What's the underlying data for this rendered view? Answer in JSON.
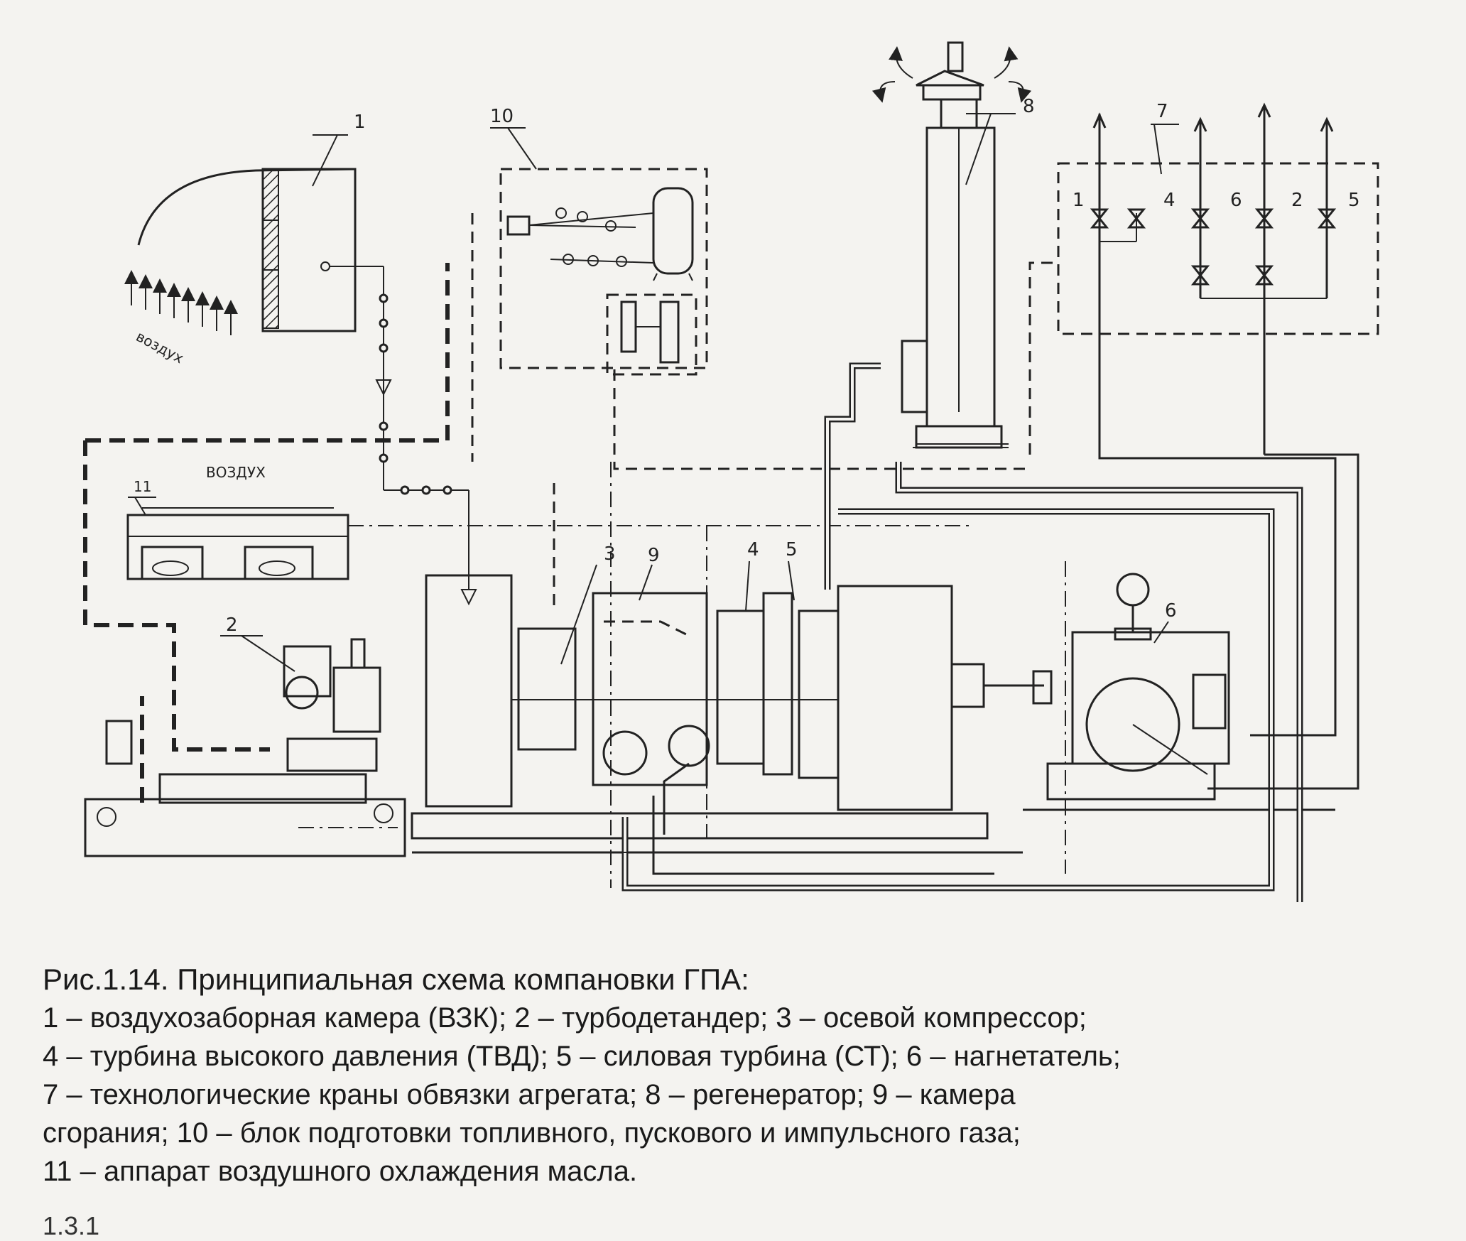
{
  "diagram": {
    "labels": {
      "n1": "1",
      "n2": "2",
      "n3": "3",
      "n4": "4",
      "n5": "5",
      "n6": "6",
      "n7": "7",
      "n8": "8",
      "n9": "9",
      "n10": "10",
      "n11": "11",
      "air_intake": "воздух",
      "air_cooler": "ВОЗДУХ",
      "valve_1": "1",
      "valve_4": "4",
      "valve_6": "6",
      "valve_2": "2",
      "valve_5": "5"
    }
  },
  "caption": {
    "title": "Рис.1.14.  Принципиальная схема компановки ГПА:",
    "lines": [
      "1 – воздухозаборная камера (ВЗК);  2 – турбодетандер;  3 – осевой компрессор;",
      "4 – турбина высокого давления (ТВД);  5 – силовая турбина (СТ);  6 – нагнетатель;",
      "7 – технологические краны обвязки агрегата;  8 – регенератор;  9 – камера",
      "сгорания;  10 – блок подготовки топливного, пускового и импульсного газа;",
      "11 – аппарат воздушного охлаждения масла."
    ]
  },
  "footer_fragment": "1.3.1"
}
